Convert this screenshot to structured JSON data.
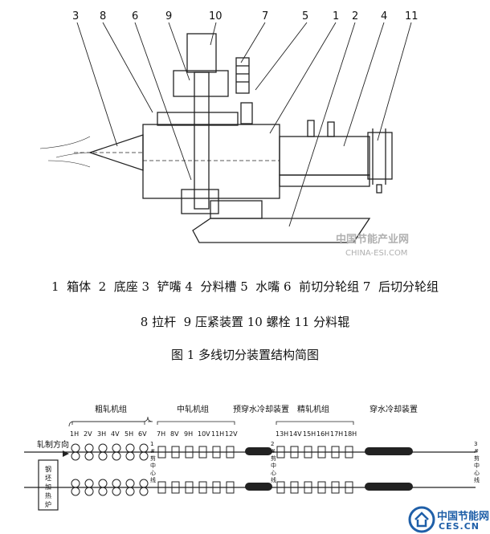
{
  "figure1": {
    "callouts": [
      {
        "num": "3"
      },
      {
        "num": "8"
      },
      {
        "num": "6"
      },
      {
        "num": "9"
      },
      {
        "num": "10"
      },
      {
        "num": "7"
      },
      {
        "num": "5"
      },
      {
        "num": "1"
      },
      {
        "num": "2"
      },
      {
        "num": "4"
      },
      {
        "num": "11"
      }
    ],
    "watermark_cn": "中国节能产业网",
    "watermark_en": "CHINA-ESI.COM",
    "legend_line1": "1  箱体  2  底座 3  铲嘴 4  分料槽 5  水嘴 6  前切分轮组 7  后切分轮组",
    "legend_line2": "8 拉杆  9 压紧装置 10 螺栓 11 分料辊",
    "title": "图 1 多线切分装置结构简图"
  },
  "figure2": {
    "groups": {
      "rough": "粗轧机组",
      "middle": "中轧机组",
      "precool": "预穿水冷却装置",
      "finish": "精轧机组",
      "watercool": "穿水冷却装置"
    },
    "rough_stands": [
      "1H",
      "2V",
      "3H",
      "4V",
      "5H",
      "6V"
    ],
    "middle_stands": [
      "7H",
      "8V",
      "9H",
      "10V",
      "11H",
      "12V"
    ],
    "finish_stands": [
      "13H",
      "14V",
      "15H",
      "16H",
      "17H",
      "18H"
    ],
    "rolling_direction": "轧制方向",
    "furnace": "钢坯加热炉",
    "shear1": "1#剪中心线",
    "shear2": "2#剪中心线",
    "shear3": "3#剪中心线"
  },
  "footer_logo": {
    "cn": "中国节能网",
    "en": "CES.CN"
  }
}
